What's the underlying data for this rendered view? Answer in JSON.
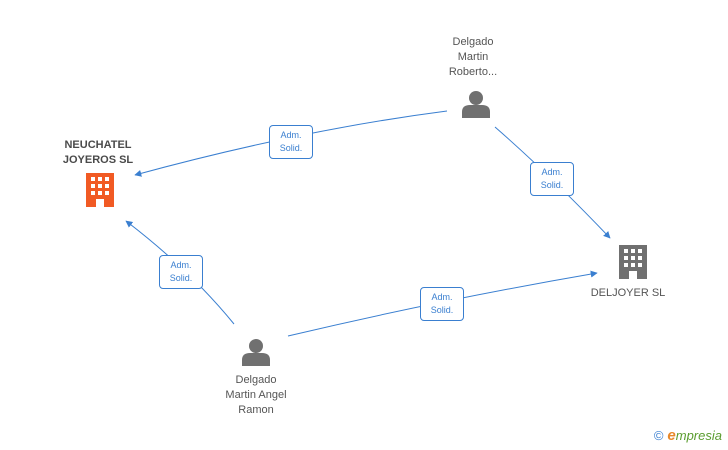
{
  "nodes": {
    "roberto": {
      "lines": [
        "Delgado",
        "Martin",
        "Roberto..."
      ],
      "type": "person"
    },
    "neuchatel": {
      "lines": [
        "NEUCHATEL",
        "JOYEROS SL"
      ],
      "type": "company",
      "color": "#f15a24"
    },
    "deljoyer": {
      "lines": [
        "DELJOYER SL"
      ],
      "type": "company",
      "color": "#707070"
    },
    "ramon": {
      "lines": [
        "Delgado",
        "Martin Angel",
        "Ramon"
      ],
      "type": "person"
    }
  },
  "edges": [
    {
      "from": "roberto",
      "to": "neuchatel",
      "label": [
        "Adm.",
        "Solid."
      ]
    },
    {
      "from": "roberto",
      "to": "deljoyer",
      "label": [
        "Adm.",
        "Solid."
      ]
    },
    {
      "from": "ramon",
      "to": "neuchatel",
      "label": [
        "Adm.",
        "Solid."
      ]
    },
    {
      "from": "ramon",
      "to": "deljoyer",
      "label": [
        "Adm.",
        "Solid."
      ]
    }
  ],
  "colors": {
    "edge": "#3a7fd0",
    "person": "#707070"
  },
  "icons": {
    "person": "person-icon",
    "company": "building-icon"
  },
  "brand": {
    "copyright": "©",
    "e": "e",
    "rest": "mpresia"
  }
}
